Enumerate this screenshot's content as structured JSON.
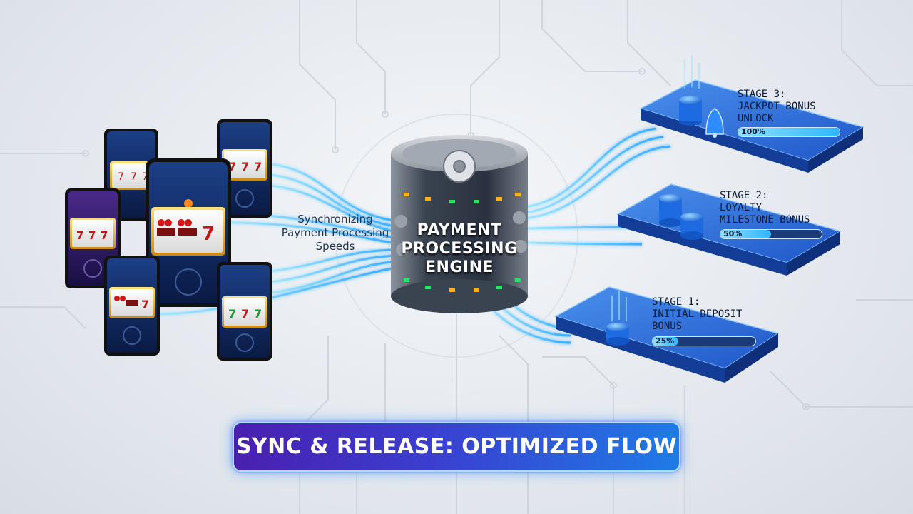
{
  "sync_label": "Synchronizing\nPayment Processing\nSpeeds",
  "engine": {
    "title": "PAYMENT\nPROCESSING\nENGINE"
  },
  "stages": [
    {
      "label": "STAGE 3:\nJACKPOT BONUS\nUNLOCK",
      "progress": 100,
      "progress_text": "100%",
      "icon": "bell-and-coins-icon"
    },
    {
      "label": "STAGE 2:\nLOYALTY\nMILESTONE BONUS",
      "progress": 50,
      "progress_text": "50%",
      "icon": "coin-stacks-icon"
    },
    {
      "label": "STAGE 1:\nINITIAL DEPOSIT\nBONUS",
      "progress": 25,
      "progress_text": "25%",
      "icon": "coin-stack-icon"
    }
  ],
  "slot_symbols": [
    "cherry",
    "bar",
    "7"
  ],
  "banner": "SYNC & RELEASE: OPTIMIZED FLOW",
  "colors": {
    "accent": "#2fb6ff",
    "platform": "#1f57c9",
    "banner_start": "#4a1fb0",
    "banner_end": "#1f7be6",
    "engine": "#3a4350"
  }
}
